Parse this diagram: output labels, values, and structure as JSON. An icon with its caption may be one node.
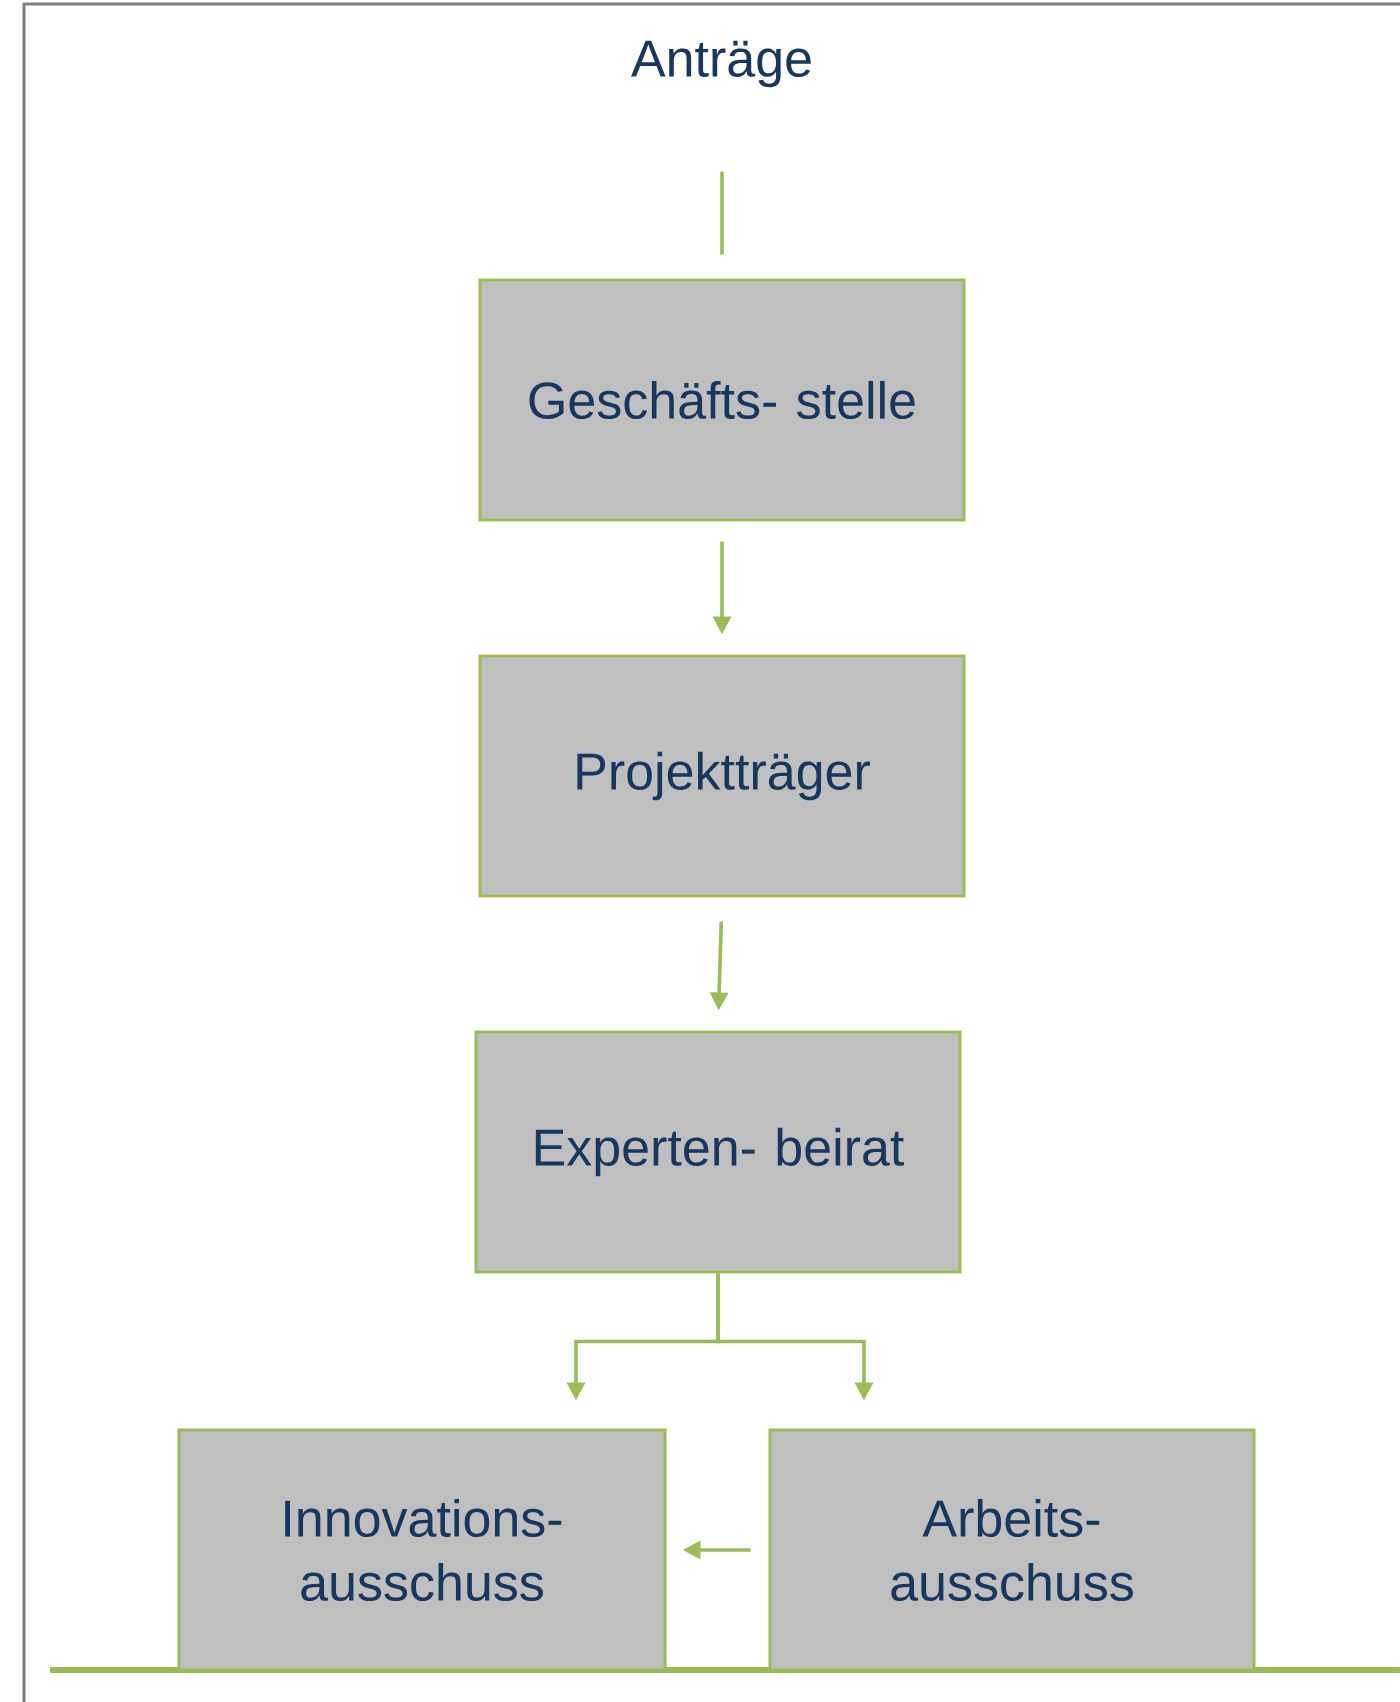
{
  "diagram": {
    "nodes": [
      {
        "text": [
          "Anträge"
        ]
      },
      {
        "text": [
          "Geschäfts- stelle"
        ]
      },
      {
        "text": [
          "Projektträger"
        ]
      },
      {
        "text": [
          "Experten- beirat"
        ]
      },
      {
        "text": [
          "Innovations- ausschuss"
        ]
      },
      {
        "text": [
          "Arbeits- ausschuss"
        ]
      }
    ],
    "edges": [
      {
        "from": 0,
        "to": 1,
        "arrow": "none"
      },
      {
        "from": 1,
        "to": 2,
        "arrow": "to"
      },
      {
        "from": 2,
        "to": 3,
        "arrow": "to"
      },
      {
        "from": 3,
        "to": 4,
        "arrow": "to"
      },
      {
        "from": 3,
        "to": 5,
        "arrow": "to"
      },
      {
        "from": 5,
        "to": 4,
        "arrow": "to"
      }
    ]
  }
}
